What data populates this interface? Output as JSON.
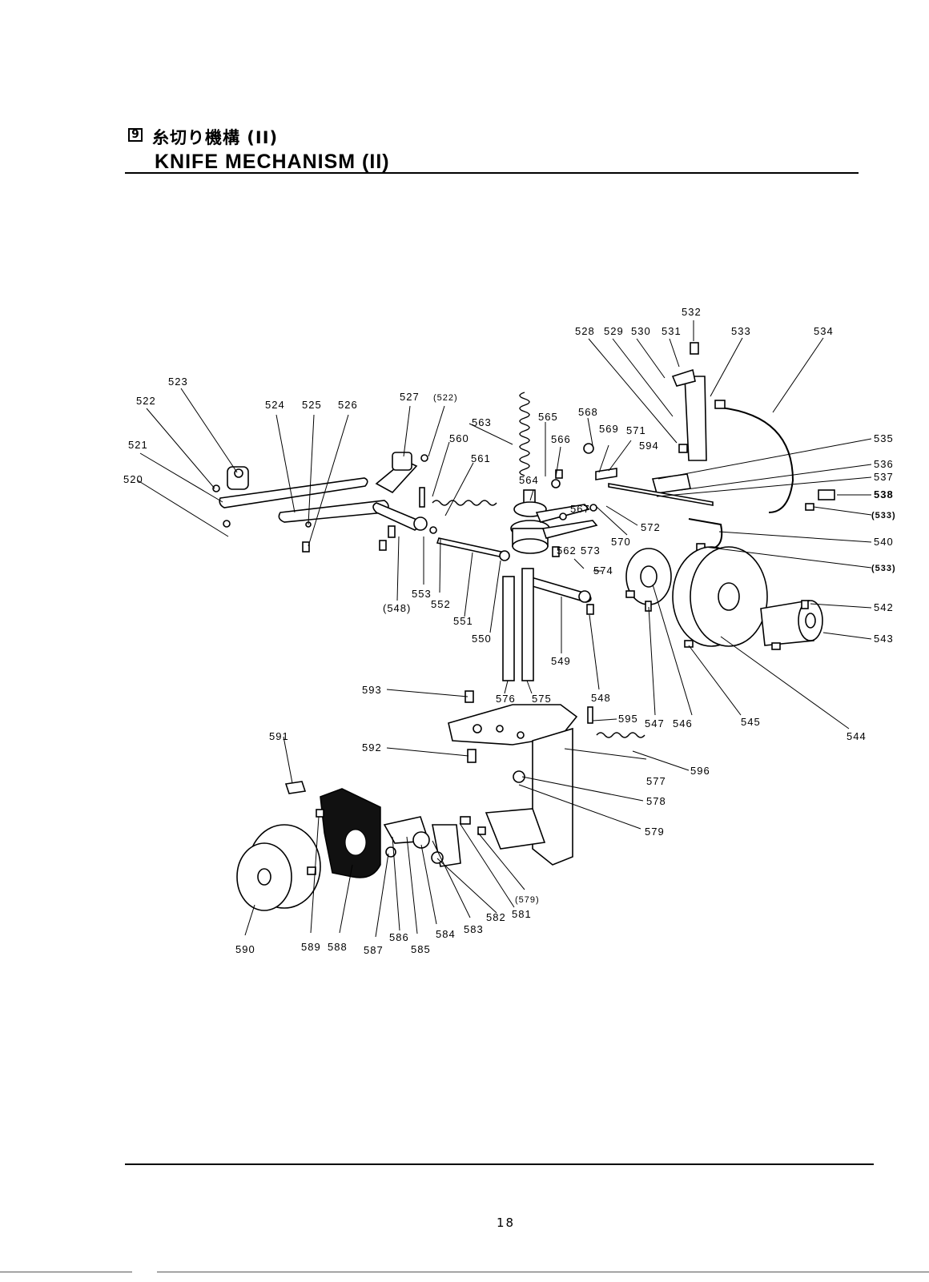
{
  "header": {
    "section_number": "9",
    "title_jp": "糸切り機構 (II)",
    "title_en": "KNIFE MECHANISM (II)"
  },
  "page_number": "18",
  "part_labels": [
    "520",
    "521",
    "522",
    "523",
    "524",
    "525",
    "526",
    "527",
    "(522)",
    "528",
    "529",
    "530",
    "531",
    "532",
    "533",
    "534",
    "535",
    "536",
    "537",
    "538",
    "(533)",
    "540",
    "(533)",
    "542",
    "543",
    "544",
    "545",
    "546",
    "547",
    "548",
    "549",
    "550",
    "551",
    "552",
    "553",
    "(548)",
    "560",
    "561",
    "562",
    "563",
    "564",
    "565",
    "566",
    "567",
    "568",
    "569",
    "570",
    "571",
    "572",
    "573",
    "574",
    "575",
    "576",
    "577",
    "578",
    "579",
    "(579)",
    "581",
    "582",
    "583",
    "584",
    "585",
    "586",
    "587",
    "588",
    "589",
    "590",
    "591",
    "592",
    "593",
    "594",
    "595",
    "596"
  ]
}
